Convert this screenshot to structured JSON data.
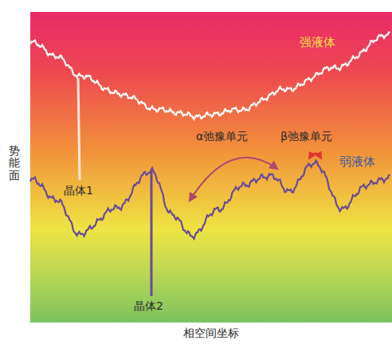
{
  "diagram": {
    "labels": [
      "强液体",
      "α弛豫单元",
      "β弛豫单元",
      "弱液体",
      "晶体1",
      "晶体2",
      "势能面",
      "相空间坐标"
    ]
  }
}
